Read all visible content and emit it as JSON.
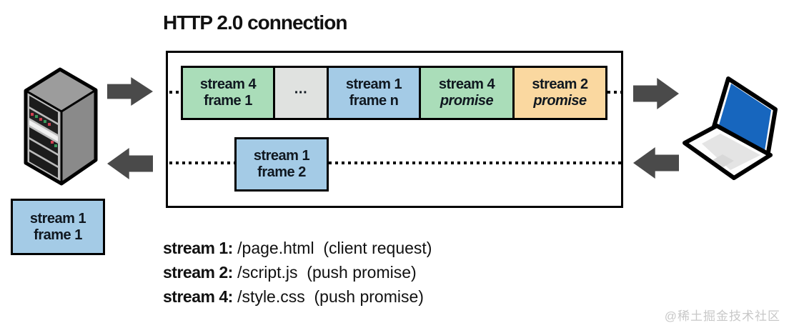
{
  "title": "HTTP 2.0 connection",
  "connection_box": {
    "row1_frames": [
      {
        "top": "stream 4",
        "bottom": "frame 1",
        "color": "green"
      },
      {
        "top": "···",
        "bottom": "",
        "color": "gray"
      },
      {
        "top": "stream 1",
        "bottom": "frame n",
        "color": "blue"
      },
      {
        "top": "stream 4",
        "bottom": "promise",
        "color": "green"
      },
      {
        "top": "stream 2",
        "bottom": "promise",
        "color": "orange"
      }
    ],
    "row2_frame": {
      "top": "stream 1",
      "bottom": "frame 2",
      "color": "blue"
    }
  },
  "client_frame": {
    "top": "stream 1",
    "bottom": "frame 1",
    "color": "blue"
  },
  "legend": [
    {
      "label": "stream 1:",
      "value": " /page.html  (client request)"
    },
    {
      "label": "stream 2:",
      "value": " /script.js  (push promise)"
    },
    {
      "label": "stream 4:",
      "value": " /style.css  (push promise)"
    }
  ],
  "icons": {
    "server": "server-icon",
    "laptop": "laptop-icon",
    "arrow_right": "block-arrow-right-icon",
    "arrow_left": "block-arrow-left-icon"
  },
  "colors": {
    "frame_green": "#aaddb9",
    "frame_blue": "#a4cbe6",
    "frame_orange": "#fad8a0",
    "frame_gray": "#e0e2e0",
    "outline": "#000000",
    "arrow": "#4a4a4a",
    "laptop_screen": "#1766be",
    "watermark": "#c8c8c8"
  },
  "watermark": "@稀土掘金技术社区"
}
